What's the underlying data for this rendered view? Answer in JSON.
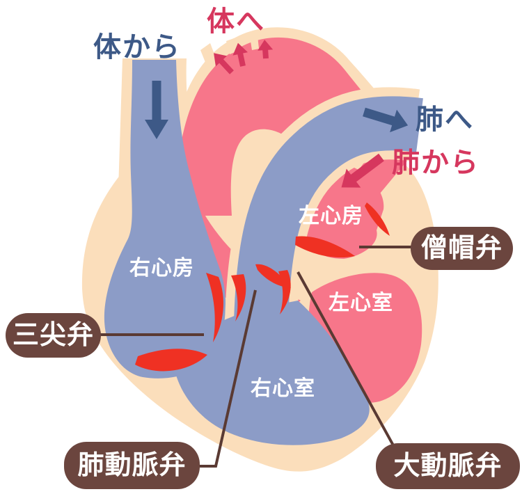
{
  "labels": {
    "from_body": "体から",
    "to_body": "体へ",
    "to_lungs": "肺へ",
    "from_lungs": "肺から",
    "right_atrium": "右心房",
    "left_atrium": "左心房",
    "right_ventricle": "右心室",
    "left_ventricle": "左心室",
    "tricuspid_valve": "三尖弁",
    "mitral_valve": "僧帽弁",
    "pulmonary_valve": "肺動脈弁",
    "aortic_valve": "大動脈弁"
  },
  "colors": {
    "heart_muscle_peach": "#FBDEBB",
    "oxygenated_pink": "#F7768A",
    "deoxygenated_blue": "#8C9CC7",
    "valve_red": "#EF3123",
    "label_pill_brown": "#6B453E",
    "connector_line": "#5A3A33",
    "navy_flow_text": "#3D5987",
    "crimson_flow_text": "#D6375E",
    "chamber_text": "#FFFFFF",
    "background": "#FFFFFF"
  }
}
